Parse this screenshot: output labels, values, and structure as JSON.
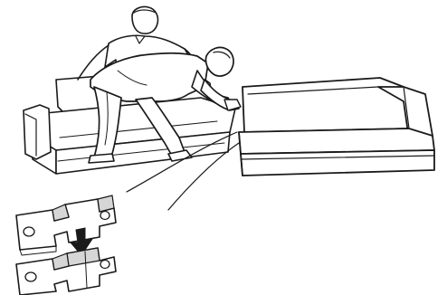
{
  "illustration": {
    "colors": {
      "ink": "#1a1a1a",
      "paper": "#ffffff",
      "shade": "#d6d6d6"
    },
    "elements": [
      "left-sofa-section",
      "right-sofa-section",
      "person-standing",
      "person-bending",
      "connector-bracket-top",
      "connector-bracket-bottom",
      "down-arrow-icon",
      "callout-lines"
    ]
  }
}
